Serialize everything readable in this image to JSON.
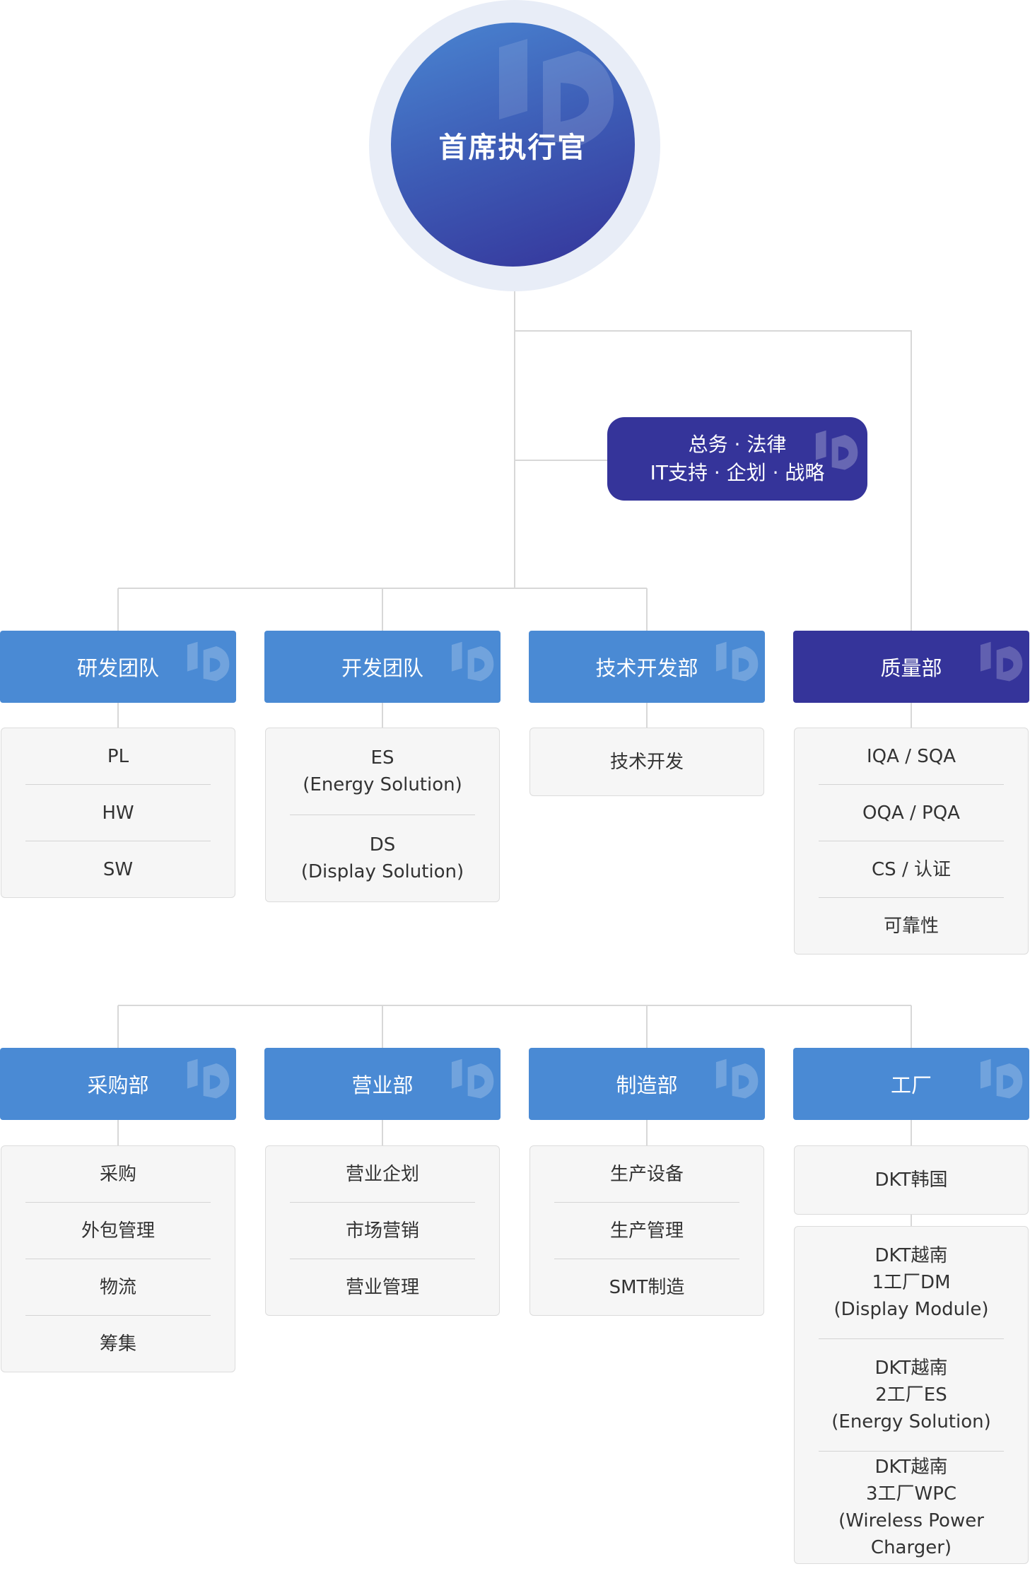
{
  "ceo": {
    "label": "首席执行官"
  },
  "admin": {
    "line1": "总务 · 法律",
    "line2": "IT支持 · 企划 · 战略"
  },
  "departments_row1": [
    {
      "label": "研发团队",
      "items": [
        [
          "PL"
        ],
        [
          "HW"
        ],
        [
          "SW"
        ]
      ]
    },
    {
      "label": "开发团队",
      "items": [
        [
          "ES",
          "(Energy Solution)"
        ],
        [
          "DS",
          "(Display Solution)"
        ]
      ]
    },
    {
      "label": "技术开发部",
      "items": [
        [
          "技术开发"
        ]
      ]
    },
    {
      "label": "质量部",
      "items": [
        [
          "IQA / SQA"
        ],
        [
          "OQA / PQA"
        ],
        [
          "CS / 认证"
        ],
        [
          "可靠性"
        ]
      ]
    }
  ],
  "departments_row2": [
    {
      "label": "采购部",
      "items": [
        [
          "采购"
        ],
        [
          "外包管理"
        ],
        [
          "物流"
        ],
        [
          "筹集"
        ]
      ]
    },
    {
      "label": "营业部",
      "items": [
        [
          "营业企划"
        ],
        [
          "市场营销"
        ],
        [
          "营业管理"
        ]
      ]
    },
    {
      "label": "制造部",
      "items": [
        [
          "生产设备"
        ],
        [
          "生产管理"
        ],
        [
          "SMT制造"
        ]
      ]
    },
    {
      "label": "工厂",
      "korea": "DKT韩国",
      "items": [
        [
          "DKT越南",
          "1工厂DM",
          "(Display Module)"
        ],
        [
          "DKT越南",
          "2工厂ES",
          "(Energy Solution)"
        ],
        [
          "DKT越南",
          "3工厂WPC",
          "(Wireless Power Charger)"
        ]
      ]
    }
  ],
  "colors": {
    "dept_blue": "#4a8ad4",
    "dept_dark": "#35349a",
    "line": "#d8d8d8",
    "box_bg": "#f6f6f6"
  }
}
